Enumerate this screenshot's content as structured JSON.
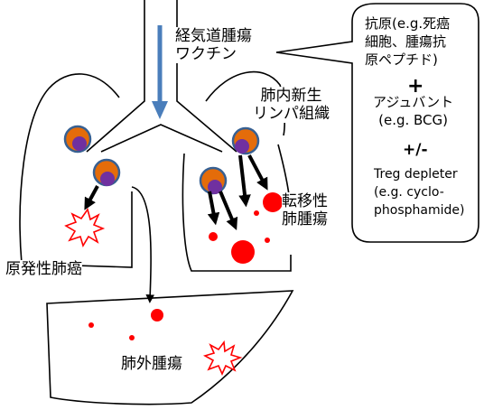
{
  "labels": {
    "vaccine": [
      "経気道腫瘍",
      "ワクチン"
    ],
    "lymph_tissue": [
      "肺内新生",
      "リンパ組織"
    ],
    "metastatic": [
      "転移性",
      "肺腫瘍"
    ],
    "primary": "原発性肺癌",
    "extrapulmonary": "肺外腫瘍"
  },
  "callout": {
    "antigen": [
      "抗原(e.g.死癌",
      "細胞、腫瘍抗",
      "原ペプチド)"
    ],
    "plus": "+",
    "adjuvant": [
      "アジュバント",
      "(e.g. BCG)"
    ],
    "plus_minus": "+/-",
    "treg": [
      "Treg depleter",
      "(e.g. cyclo-",
      "phosphamide)"
    ]
  },
  "colors": {
    "vaccine_arrow": "#4a7ebb",
    "cell_outer": "#e46c0a",
    "cell_border": "#376092",
    "cell_nucleus": "#7030a0",
    "tumor": "#ff0000",
    "outline": "#000000"
  }
}
